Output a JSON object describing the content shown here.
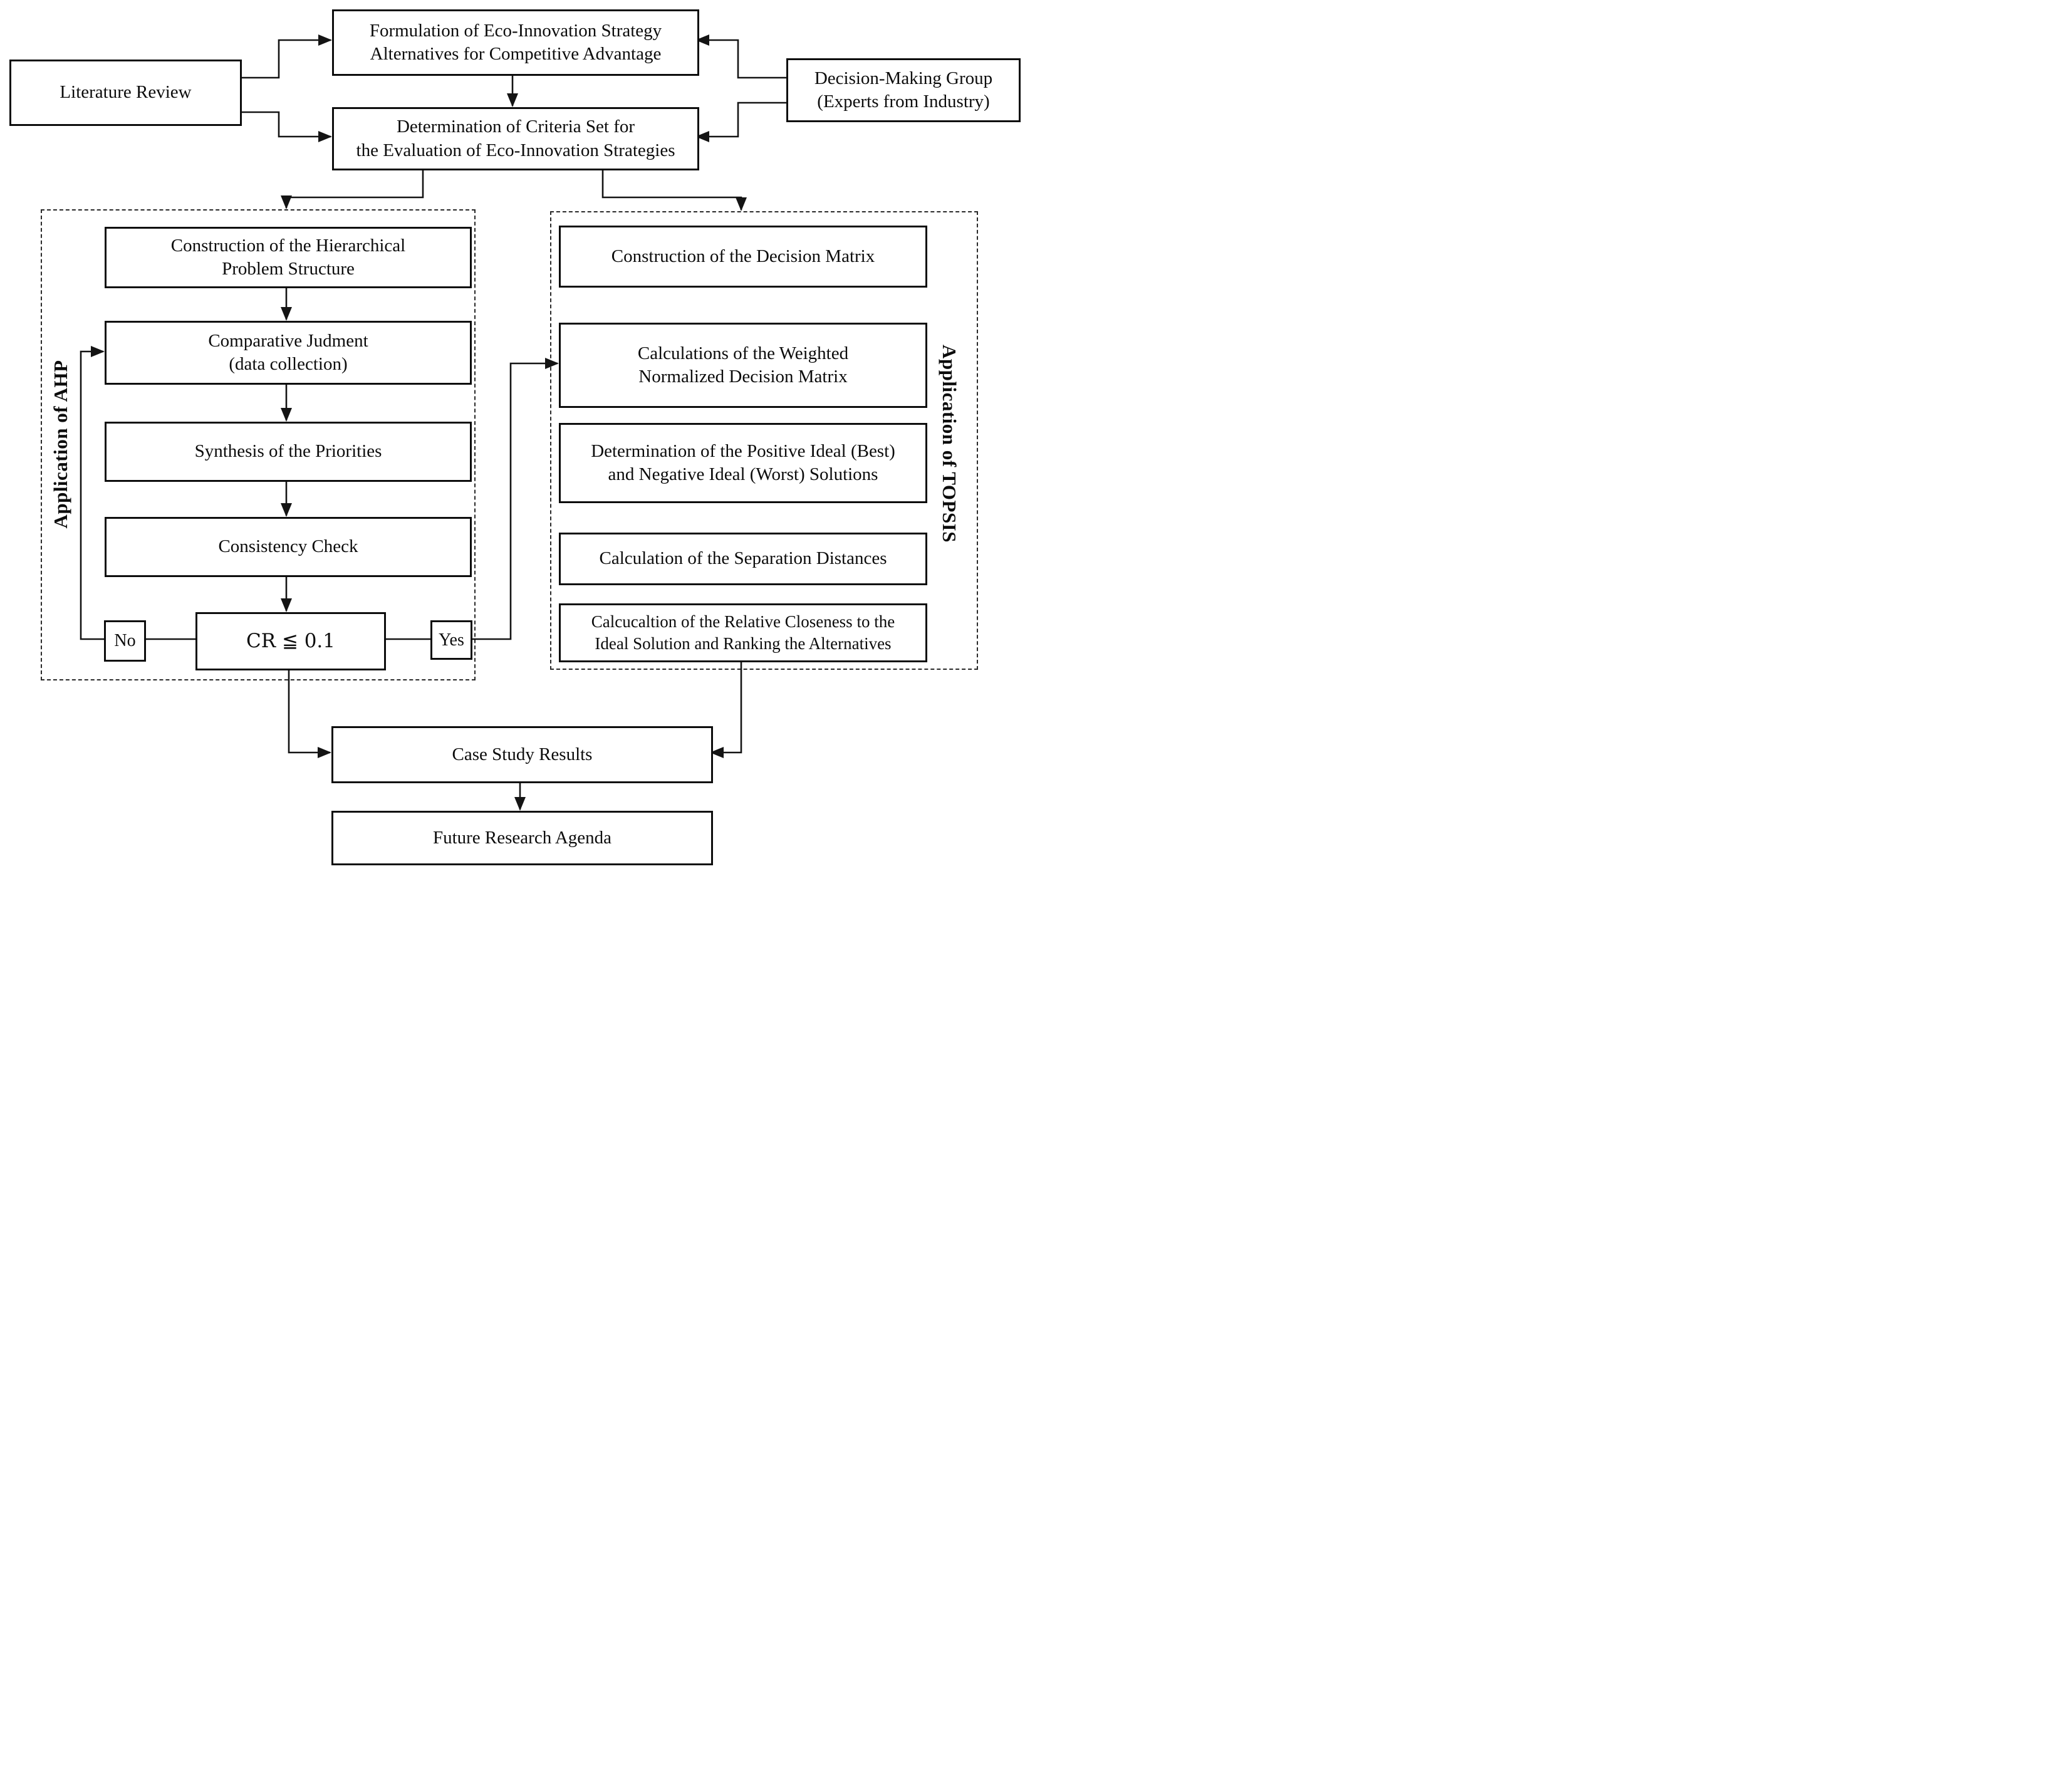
{
  "figure": {
    "type": "flowchart",
    "description": "Research methodology flowchart combining AHP and TOPSIS for eco-innovation strategy evaluation"
  },
  "nodes": {
    "literature_review": {
      "label": "Literature Review"
    },
    "formulation": {
      "lines": [
        "Formulation of Eco-Innovation Strategy",
        "Alternatives for Competitive Advantage"
      ]
    },
    "decision_group": {
      "lines": [
        "Decision-Making Group",
        "(Experts from Industry)"
      ]
    },
    "determination": {
      "lines": [
        "Determination of Criteria Set for",
        "the Evaluation of Eco-Innovation Strategies"
      ]
    },
    "hierarchical_structure": {
      "lines": [
        "Construction of the Hierarchical",
        "Problem Structure"
      ]
    },
    "comparative_judgment": {
      "lines": [
        "Comparative Judment",
        "(data collection)"
      ]
    },
    "synthesis": {
      "label": "Synthesis of the Priorities"
    },
    "consistency_check": {
      "label": "Consistency Check"
    },
    "cr_condition": {
      "label": "CR ≦ 0.1"
    },
    "no": {
      "label": "No"
    },
    "yes": {
      "label": "Yes"
    },
    "decision_matrix": {
      "label": "Construction of the Decision Matrix"
    },
    "weighted_matrix": {
      "lines": [
        "Calculations of the Weighted",
        "Normalized Decision Matrix"
      ]
    },
    "ideal_solutions": {
      "lines": [
        "Determination of the Positive Ideal (Best)",
        "and Negative Ideal (Worst) Solutions"
      ]
    },
    "separation_distances": {
      "label": "Calculation of the Separation Distances"
    },
    "relative_closeness": {
      "lines": [
        "Calcucaltion of the Relative Closeness to the",
        "Ideal Solution and Ranking the Alternatives"
      ]
    },
    "case_study": {
      "label": "Case Study Results"
    },
    "future_research": {
      "label": "Future Research Agenda"
    }
  },
  "side_labels": {
    "ahp": "Application of AHP",
    "topsis": "Application of TOPSIS"
  },
  "colors": {
    "ink": "#141414",
    "box_border": "#0c0c0c",
    "background": "#ffffff"
  }
}
